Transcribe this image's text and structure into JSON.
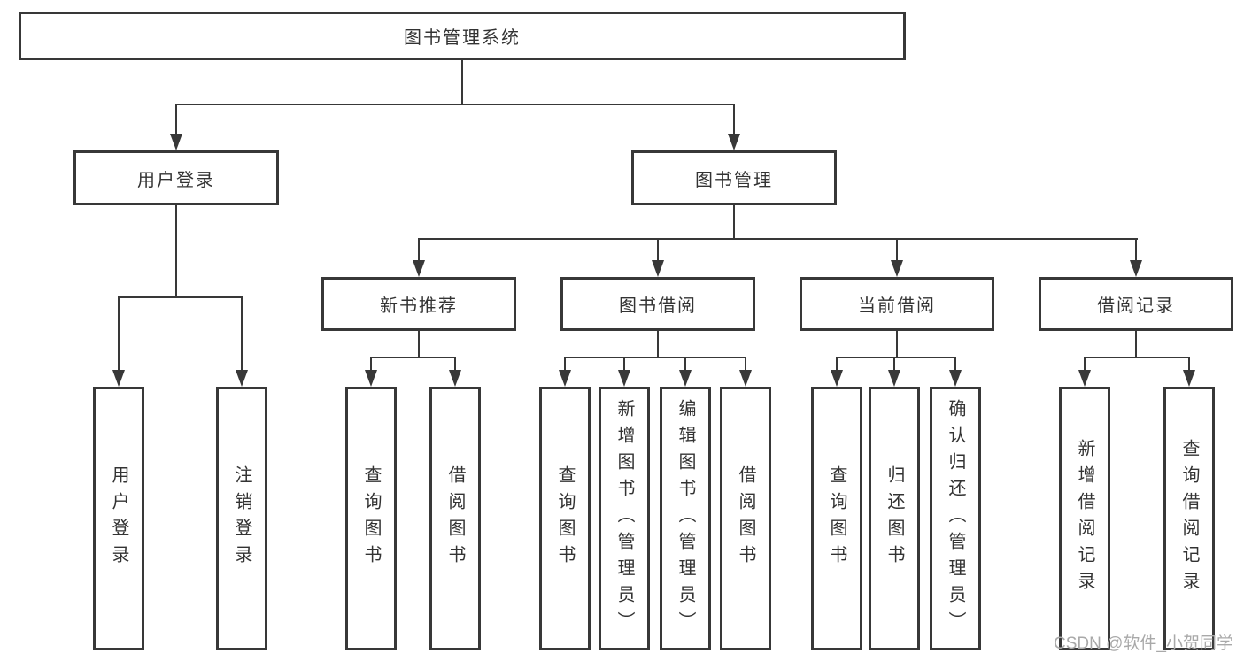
{
  "colors": {
    "line": "#383838",
    "text": "#333333",
    "background": "#ffffff",
    "watermark": "#a9a9a9"
  },
  "tree": {
    "root": {
      "label": "图书管理系统"
    },
    "branches": [
      {
        "label": "用户登录",
        "children": [
          {
            "label": "用户登录"
          },
          {
            "label": "注销登录"
          }
        ]
      },
      {
        "label": "图书管理",
        "children": [
          {
            "label": "新书推荐",
            "children": [
              {
                "label": "查询图书"
              },
              {
                "label": "借阅图书"
              }
            ]
          },
          {
            "label": "图书借阅",
            "children": [
              {
                "label": "查询图书"
              },
              {
                "label": "新增图书（管理员）"
              },
              {
                "label": "编辑图书（管理员）"
              },
              {
                "label": "借阅图书"
              }
            ]
          },
          {
            "label": "当前借阅",
            "children": [
              {
                "label": "查询图书"
              },
              {
                "label": "归还图书"
              },
              {
                "label": "确认归还（管理员）"
              }
            ]
          },
          {
            "label": "借阅记录",
            "children": [
              {
                "label": "新增借阅记录"
              },
              {
                "label": "查询借阅记录"
              }
            ]
          }
        ]
      }
    ]
  },
  "watermark": {
    "text": "CSDN @软件_小贺同学"
  }
}
